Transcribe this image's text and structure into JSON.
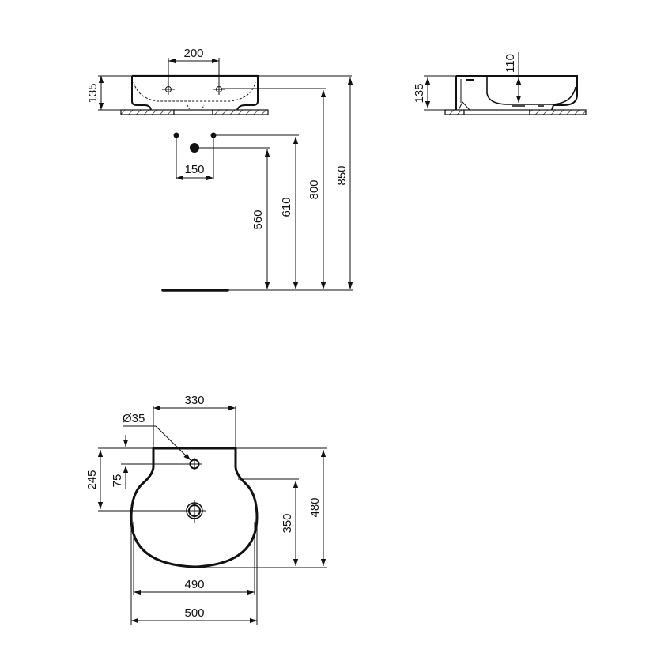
{
  "drawing": {
    "type": "washbasin technical dimension drawing",
    "units": "mm",
    "background": "#ffffff",
    "line_color": "#111111"
  },
  "front_view": {
    "basin_height": "135",
    "tap_hole_spacing": "200",
    "waste_spacing": "150",
    "height_waste": "560",
    "height_supply": "610",
    "height_basin_top_rim": "800",
    "height_overall": "850"
  },
  "side_view": {
    "basin_height": "135",
    "bowl_depth": "110"
  },
  "top_view": {
    "tap_platform_width": "330",
    "tap_hole_diameter": "Ø35",
    "tap_hole_offset": "75",
    "waste_offset": "245",
    "bowl_depth": "350",
    "overall_depth": "480",
    "bowl_width": "490",
    "overall_width": "500"
  }
}
